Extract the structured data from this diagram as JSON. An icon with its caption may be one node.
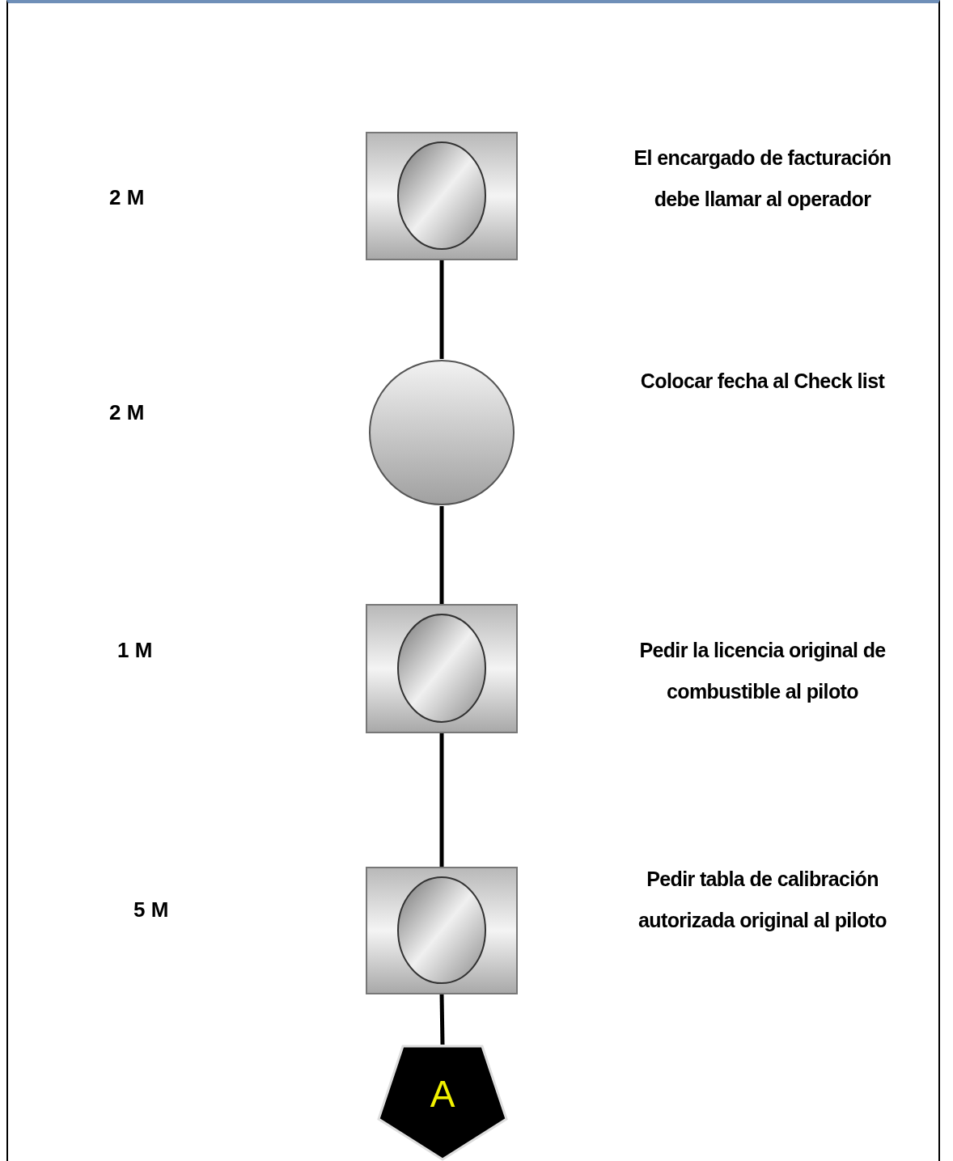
{
  "diagram": {
    "nodes": [
      {
        "text": [],
        "shape": "box"
      },
      {
        "text": [],
        "shape": "circle"
      },
      {
        "text": [],
        "shape": "box"
      },
      {
        "text": [],
        "shape": "box"
      },
      {
        "text": [
          "A"
        ]
      }
    ],
    "edges": [
      {
        "from": 0,
        "to": 1,
        "arrow": "none"
      },
      {
        "from": 1,
        "to": 2,
        "arrow": "none"
      },
      {
        "from": 2,
        "to": 3,
        "arrow": "none"
      },
      {
        "from": 3,
        "to": 4,
        "arrow": "none"
      }
    ],
    "labels": [
      "El encargado de facturación debe llamar al operador",
      "2 M",
      "Colocar fecha al Check list",
      "2 M",
      "1 M",
      "Pedir la licencia original de combustible al piloto",
      "Pedir tabla de calibración autorizada original al piloto",
      "5 M"
    ]
  }
}
